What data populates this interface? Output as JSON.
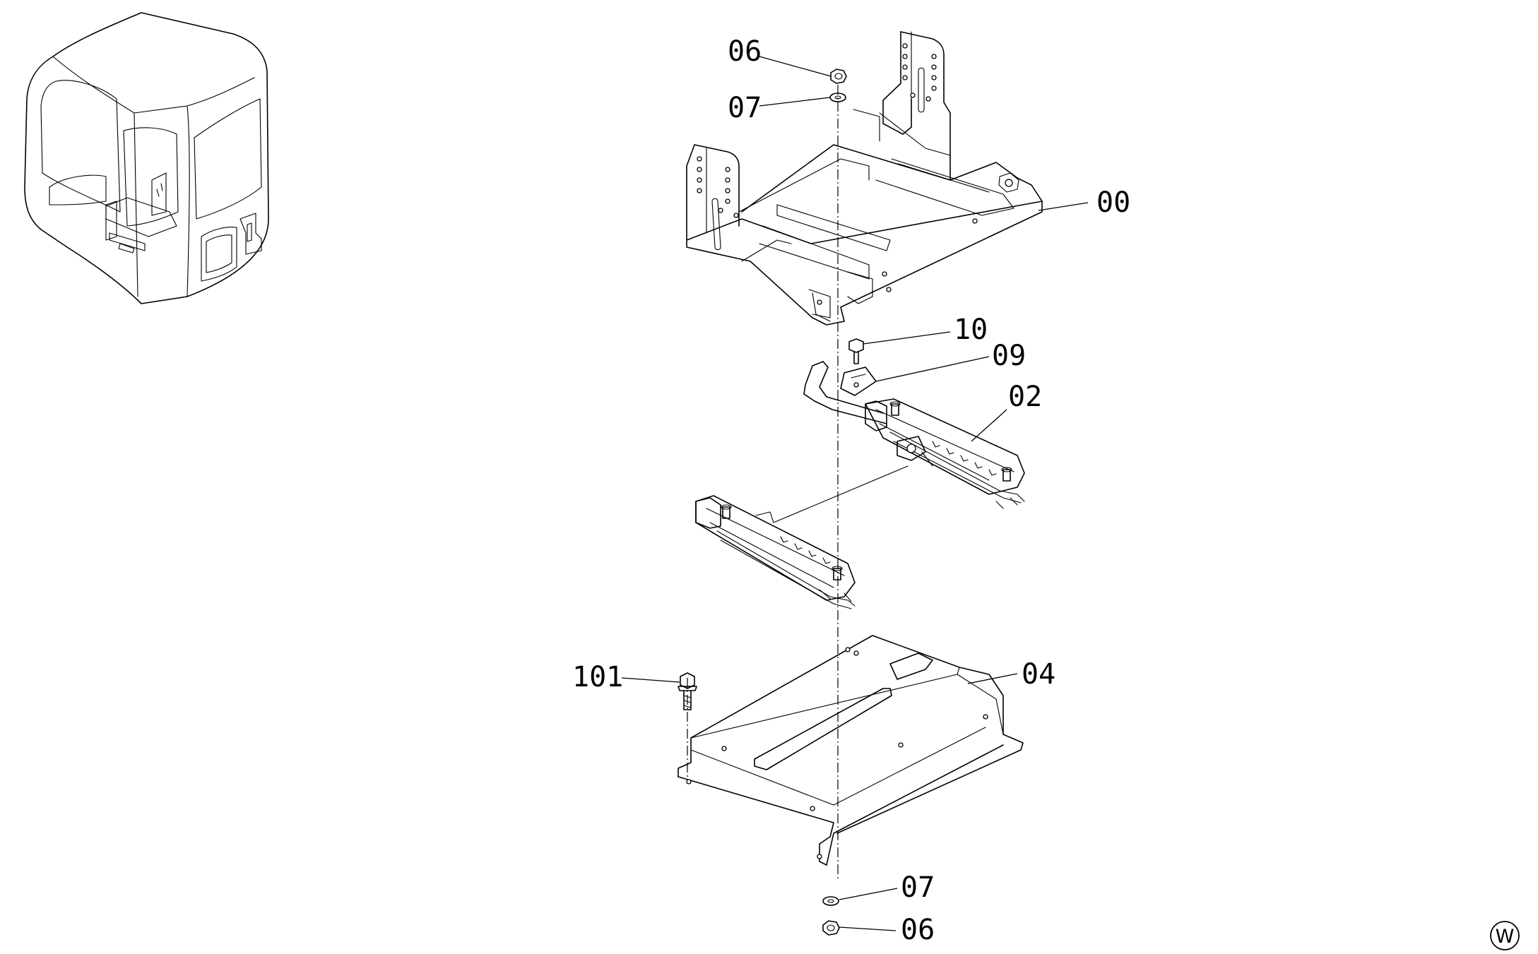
{
  "callouts": {
    "c06_top": "06",
    "c07_top": "07",
    "c00": "00",
    "c10": "10",
    "c09": "09",
    "c02": "02",
    "c101": "101",
    "c04": "04",
    "c07_bottom": "07",
    "c06_bottom": "06"
  },
  "corner_mark": "W",
  "icons": {
    "cab_thumbnail": "cab-locator-icon",
    "nut": "hex-nut-icon",
    "washer": "washer-icon",
    "bolt": "hex-bolt-icon"
  }
}
